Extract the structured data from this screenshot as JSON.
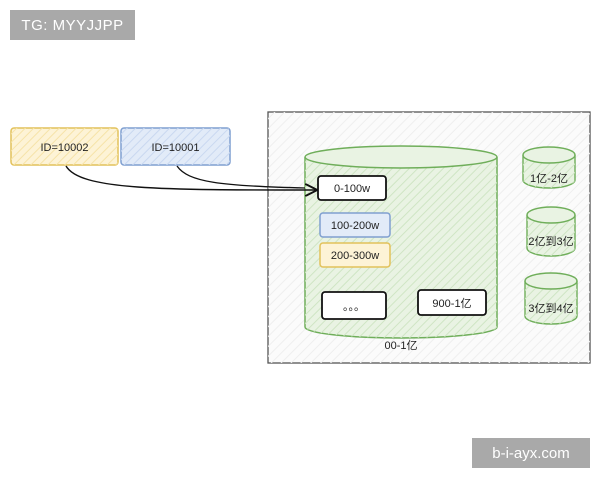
{
  "watermarks": {
    "top_left": "TG: MYYJJPP",
    "bottom_right": "b-i-ayx.com"
  },
  "id_boxes": [
    {
      "label": "ID=10002",
      "fill": "#fdf3d6",
      "stroke": "#e2c15a"
    },
    {
      "label": "ID=10001",
      "fill": "#e2ebf8",
      "stroke": "#7f9fd0"
    }
  ],
  "database": {
    "label": "00-1亿",
    "range_boxes": [
      {
        "label": "0-100w",
        "fill": "#ffffff",
        "stroke": "#111111"
      },
      {
        "label": "100-200w",
        "fill": "#e2ebf8",
        "stroke": "#7f9fd0"
      },
      {
        "label": "200-300w",
        "fill": "#fdf3d6",
        "stroke": "#e2c15a"
      },
      {
        "label": "。。。",
        "fill": "#ffffff",
        "stroke": "#111111"
      },
      {
        "label": "900-1亿",
        "fill": "#ffffff",
        "stroke": "#111111"
      }
    ]
  },
  "shards": [
    {
      "label": "1亿-2亿"
    },
    {
      "label": "2亿到3亿"
    },
    {
      "label": "3亿到4亿"
    }
  ],
  "colors": {
    "cylinder_fill": "#e9f3e3",
    "cylinder_stroke": "#6fae5a",
    "container_fill": "#fafafa",
    "container_stroke": "#555555",
    "arrow": "#111111"
  }
}
